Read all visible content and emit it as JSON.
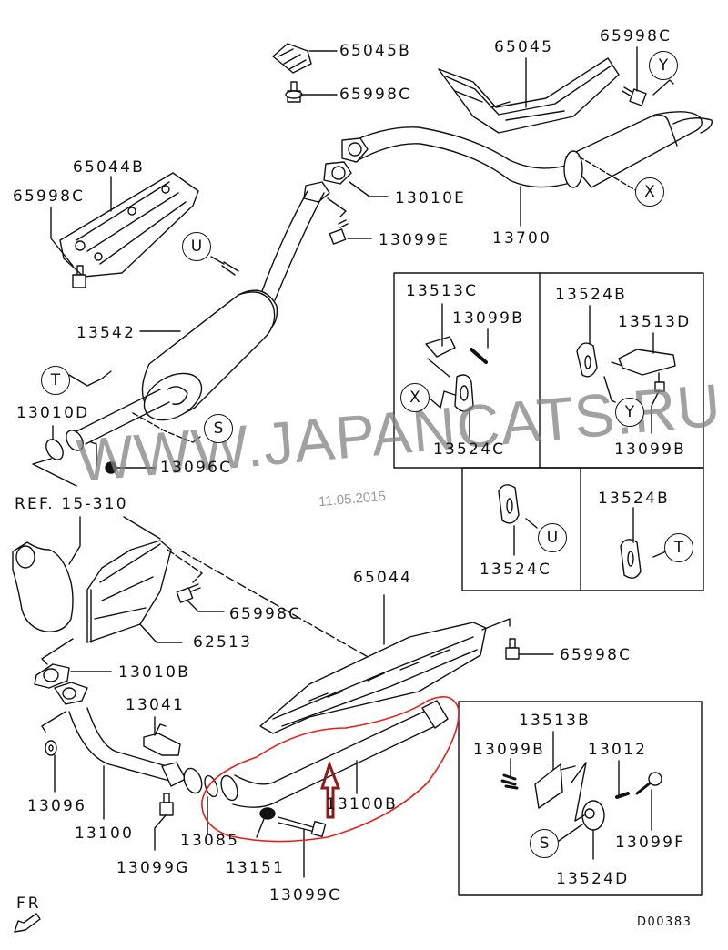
{
  "diagram": {
    "title": "Exhaust pipe and muffler parts diagram",
    "diagram_code": "D00383",
    "watermark": "WWW.JAPANCATS.RU",
    "date_stamp": "11.05.2015",
    "direction_indicator": "FR",
    "reference": "REF. 15-310",
    "highlight_color": "#e0201c",
    "arrow_color": "#8b1a1a",
    "line_color": "#111111",
    "callouts": {
      "x": "X",
      "y": "Y",
      "u": "U",
      "t": "T",
      "s": "S"
    },
    "labels": {
      "p65045B": "65045B",
      "p65998C_top": "65998C",
      "p65045": "65045",
      "p65998C_topright": "65998C",
      "p65044B": "65044B",
      "p65998C_left": "65998C",
      "p13010E": "13010E",
      "p13099E": "13099E",
      "p13700": "13700",
      "p13542": "13542",
      "p13010D": "13010D",
      "p13096C": "13096C",
      "p65998C_mid": "65998C",
      "p62513": "62513",
      "p13010B": "13010B",
      "p65044": "65044",
      "p65998C_right": "65998C",
      "p13041": "13041",
      "p13096": "13096",
      "p13100": "13100",
      "p13099G": "13099G",
      "p13085": "13085",
      "p13151": "13151",
      "p13099C": "13099C",
      "p13100B": "13100B"
    },
    "inset_boxes": {
      "box_x": {
        "labels": [
          "13513C",
          "13099B",
          "13524C"
        ],
        "callout": "X"
      },
      "box_y": {
        "labels": [
          "13524B",
          "13513D",
          "13099B"
        ],
        "callout": "Y"
      },
      "box_u": {
        "labels": [
          "13524C"
        ],
        "callout": "U"
      },
      "box_t": {
        "labels": [
          "13524B"
        ],
        "callout": "T"
      },
      "box_s": {
        "labels": [
          "13513B",
          "13099B",
          "13012",
          "13099F",
          "13524D"
        ],
        "callout": "S"
      }
    }
  }
}
